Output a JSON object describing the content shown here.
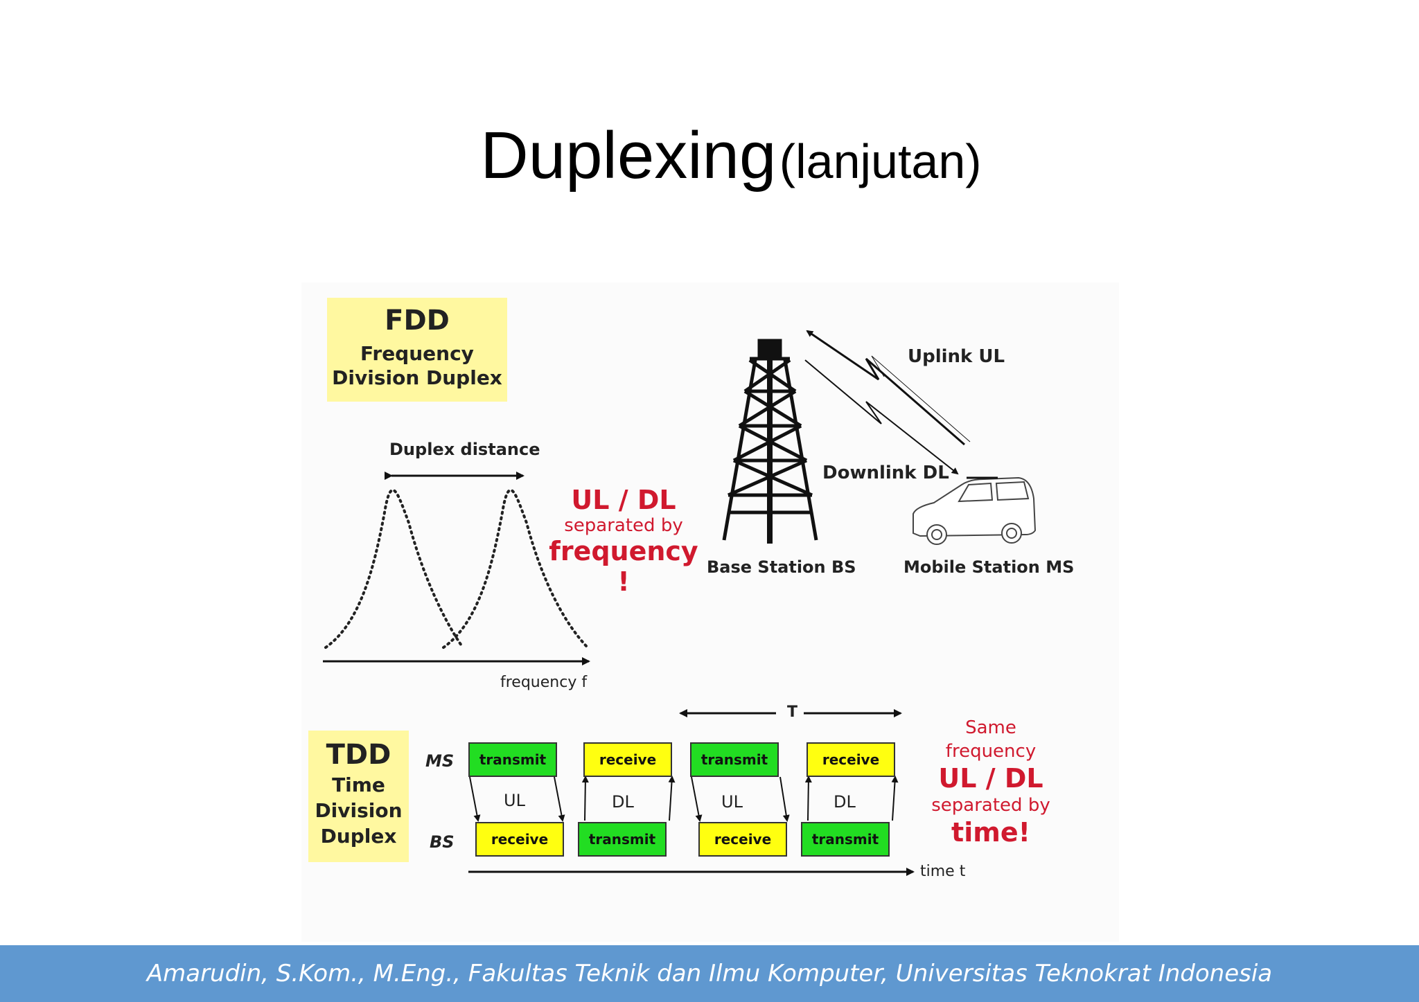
{
  "title": {
    "main": "Duplexing",
    "sub": "(lanjutan)"
  },
  "fdd": {
    "abbr": "FDD",
    "line1": "Frequency",
    "line2": "Division Duplex",
    "duplex_distance": "Duplex distance",
    "frequency_axis": "frequency f",
    "note": {
      "line1": "UL / DL",
      "line2": "separated by",
      "line3": "frequency !"
    },
    "uplink": "Uplink UL",
    "downlink": "Downlink DL",
    "base_station": "Base Station BS",
    "mobile_station": "Mobile Station MS"
  },
  "tdd": {
    "abbr": "TDD",
    "line1": "Time",
    "line2": "Division",
    "line3": "Duplex",
    "ms": "MS",
    "bs": "BS",
    "period": "T",
    "time_axis": "time t",
    "ms_slots": [
      "transmit",
      "receive",
      "transmit",
      "receive"
    ],
    "bs_slots": [
      "receive",
      "transmit",
      "receive",
      "transmit"
    ],
    "directions": [
      "UL",
      "DL",
      "UL",
      "DL"
    ],
    "note": {
      "line1": "Same",
      "line2": "frequency",
      "line3": "UL / DL",
      "line4": "separated by",
      "line5": "time!"
    }
  },
  "colors": {
    "transmit": "#22dd22",
    "receive": "#ffff10",
    "note": "#d0192e",
    "footer": "#5f98d0"
  },
  "footer": "Amarudin, S.Kom., M.Eng., Fakultas Teknik dan Ilmu Komputer, Universitas Teknokrat Indonesia"
}
